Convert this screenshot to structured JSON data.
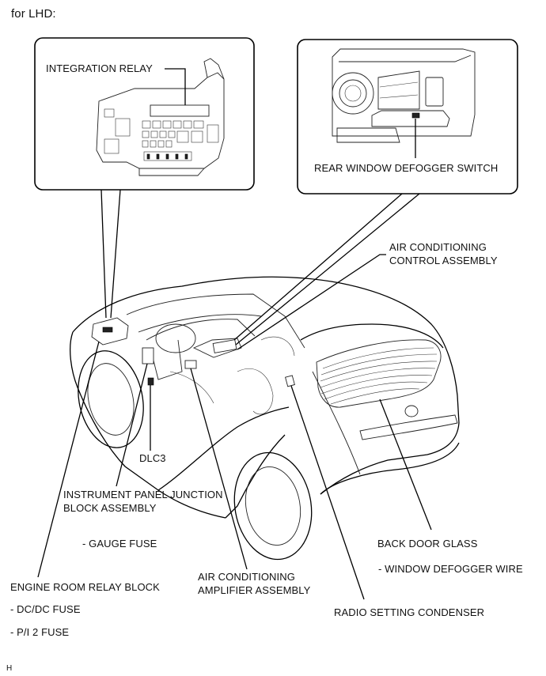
{
  "header": {
    "title": "for LHD:"
  },
  "insets": {
    "relay_block_label": "INTEGRATION RELAY",
    "switch_panel_label": "REAR WINDOW DEFOGGER SWITCH"
  },
  "labels": {
    "ac_control": [
      "AIR CONDITIONING",
      "CONTROL ASSEMBLY"
    ],
    "dlc3": "DLC3",
    "ip_junction": [
      "INSTRUMENT PANEL JUNCTION",
      "BLOCK ASSEMBLY"
    ],
    "gauge_fuse": "- GAUGE FUSE",
    "back_door_glass": "BACK DOOR GLASS",
    "defogger_wire": "- WINDOW DEFOGGER WIRE",
    "ac_amplifier": [
      "AIR CONDITIONING",
      "AMPLIFIER ASSEMBLY"
    ],
    "engine_room": "ENGINE ROOM RELAY BLOCK",
    "dcdc_fuse": "- DC/DC FUSE",
    "pi2_fuse": "- P/I 2 FUSE",
    "radio_condenser": "RADIO SETTING CONDENSER"
  },
  "footer": {
    "code": "H"
  }
}
